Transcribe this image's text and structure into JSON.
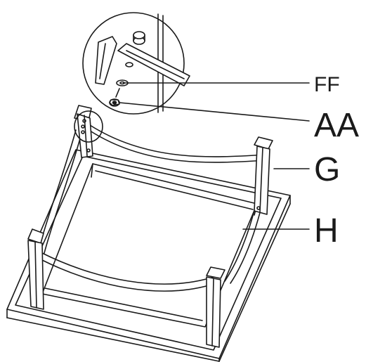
{
  "diagram": {
    "callouts": {
      "ff": "FF",
      "aa": "AA",
      "g": "G",
      "h": "H"
    },
    "colors": {
      "line": "#1a1a1a",
      "face": "#ffffff"
    }
  }
}
